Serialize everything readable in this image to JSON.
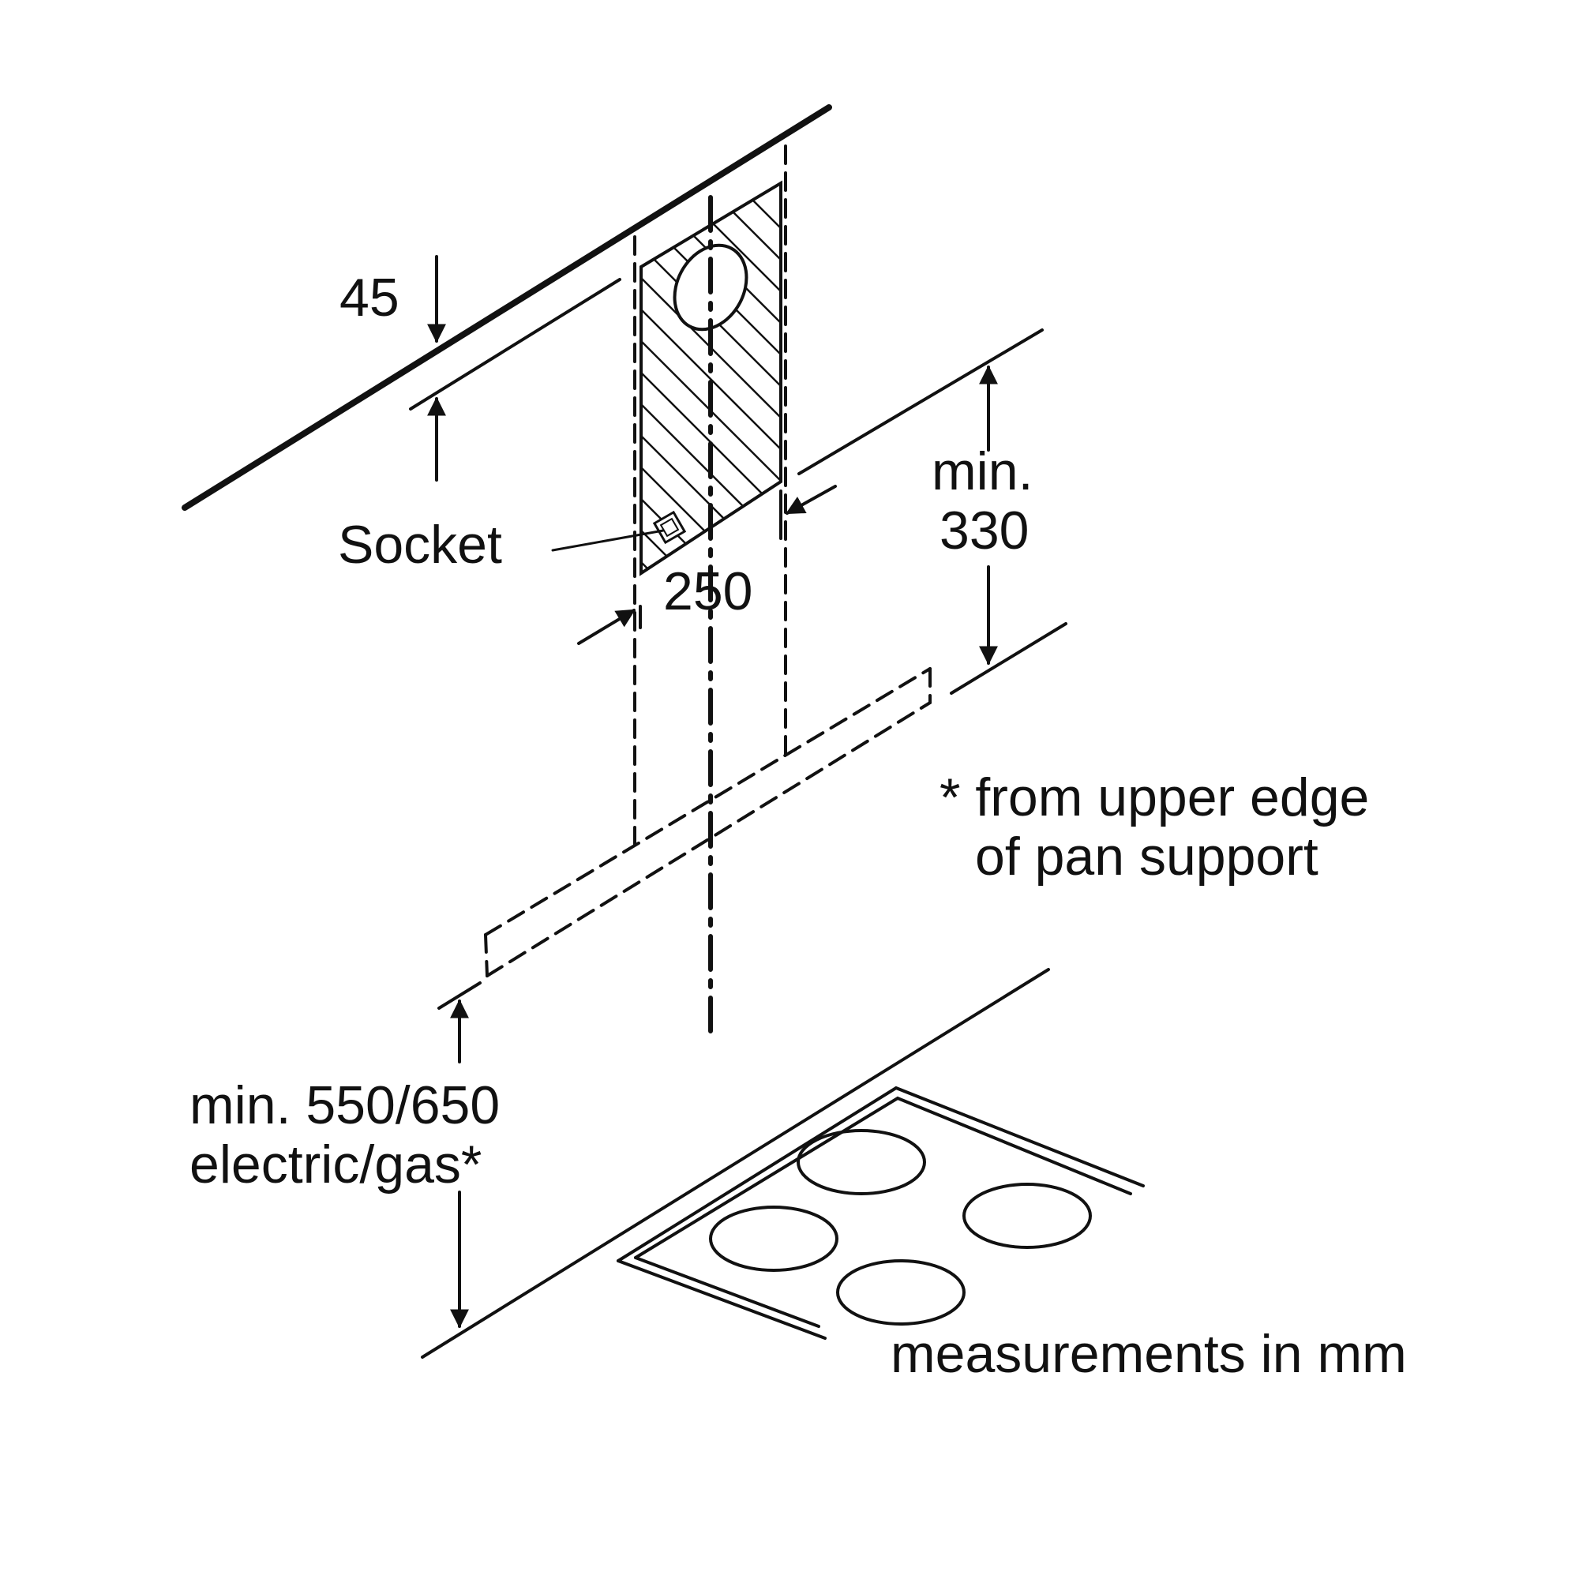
{
  "labels": {
    "dim_45": "45",
    "socket": "Socket",
    "dim_250": "250",
    "min_330_line1": "min.",
    "min_330_line2": "330",
    "footnote_line1": "* from upper edge",
    "footnote_line2": "of pan support",
    "min_550_line1": "min. 550/650",
    "min_550_line2": "electric/gas*",
    "units": "measurements in mm"
  },
  "colors": {
    "line": "#111111",
    "background": "#ffffff"
  }
}
